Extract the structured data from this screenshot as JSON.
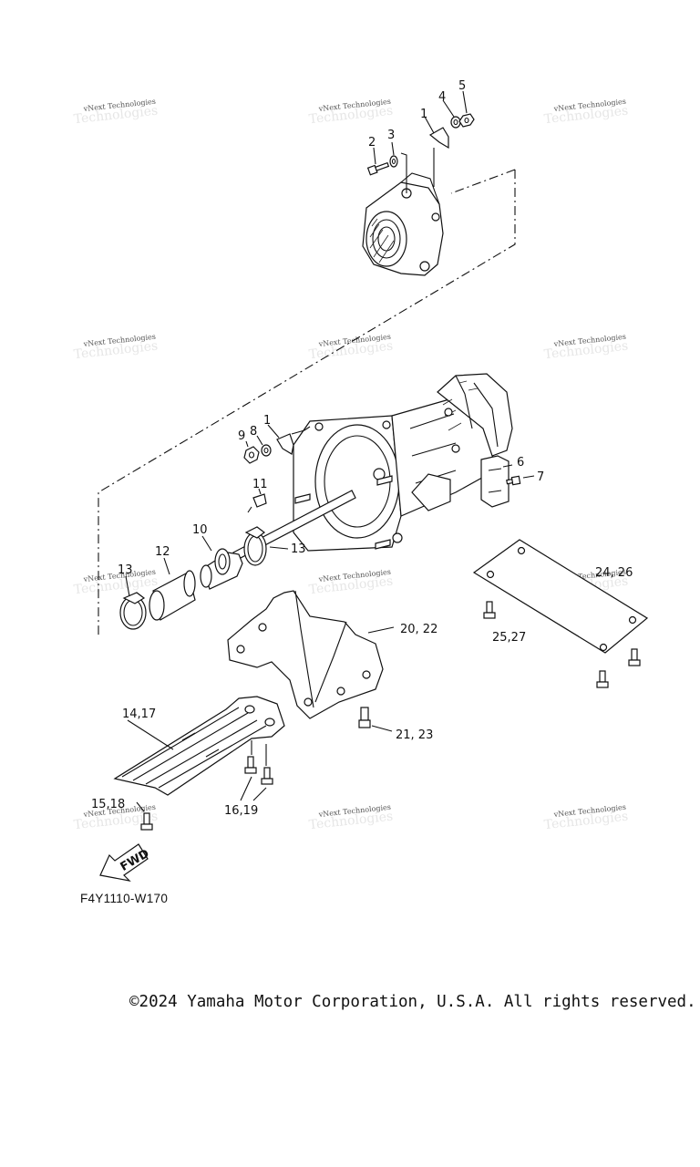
{
  "diagram": {
    "callouts": {
      "c1_top": "1",
      "c2": "2",
      "c3": "3",
      "c4": "4",
      "c5": "5",
      "c1_mid": "1",
      "c6": "6",
      "c7": "7",
      "c8": "8",
      "c9": "9",
      "c10": "10",
      "c11": "11",
      "c12": "12",
      "c13_left": "13",
      "c13_right": "13",
      "c14_17": "14,17",
      "c15_18": "15,18",
      "c16_19": "16,19",
      "c20_22": "20, 22",
      "c21_23": "21, 23",
      "c24_26": "24, 26",
      "c25_27": "25,27"
    },
    "fwd_label": "FWD",
    "figure_code": "F4Y1110-W170",
    "watermark": "vNext Technologies",
    "icons": {
      "fwd_arrow": "arrow-fwd-icon"
    }
  },
  "footer": {
    "copyright": "©2024 Yamaha Motor Corporation, U.S.A. All rights reserved."
  }
}
